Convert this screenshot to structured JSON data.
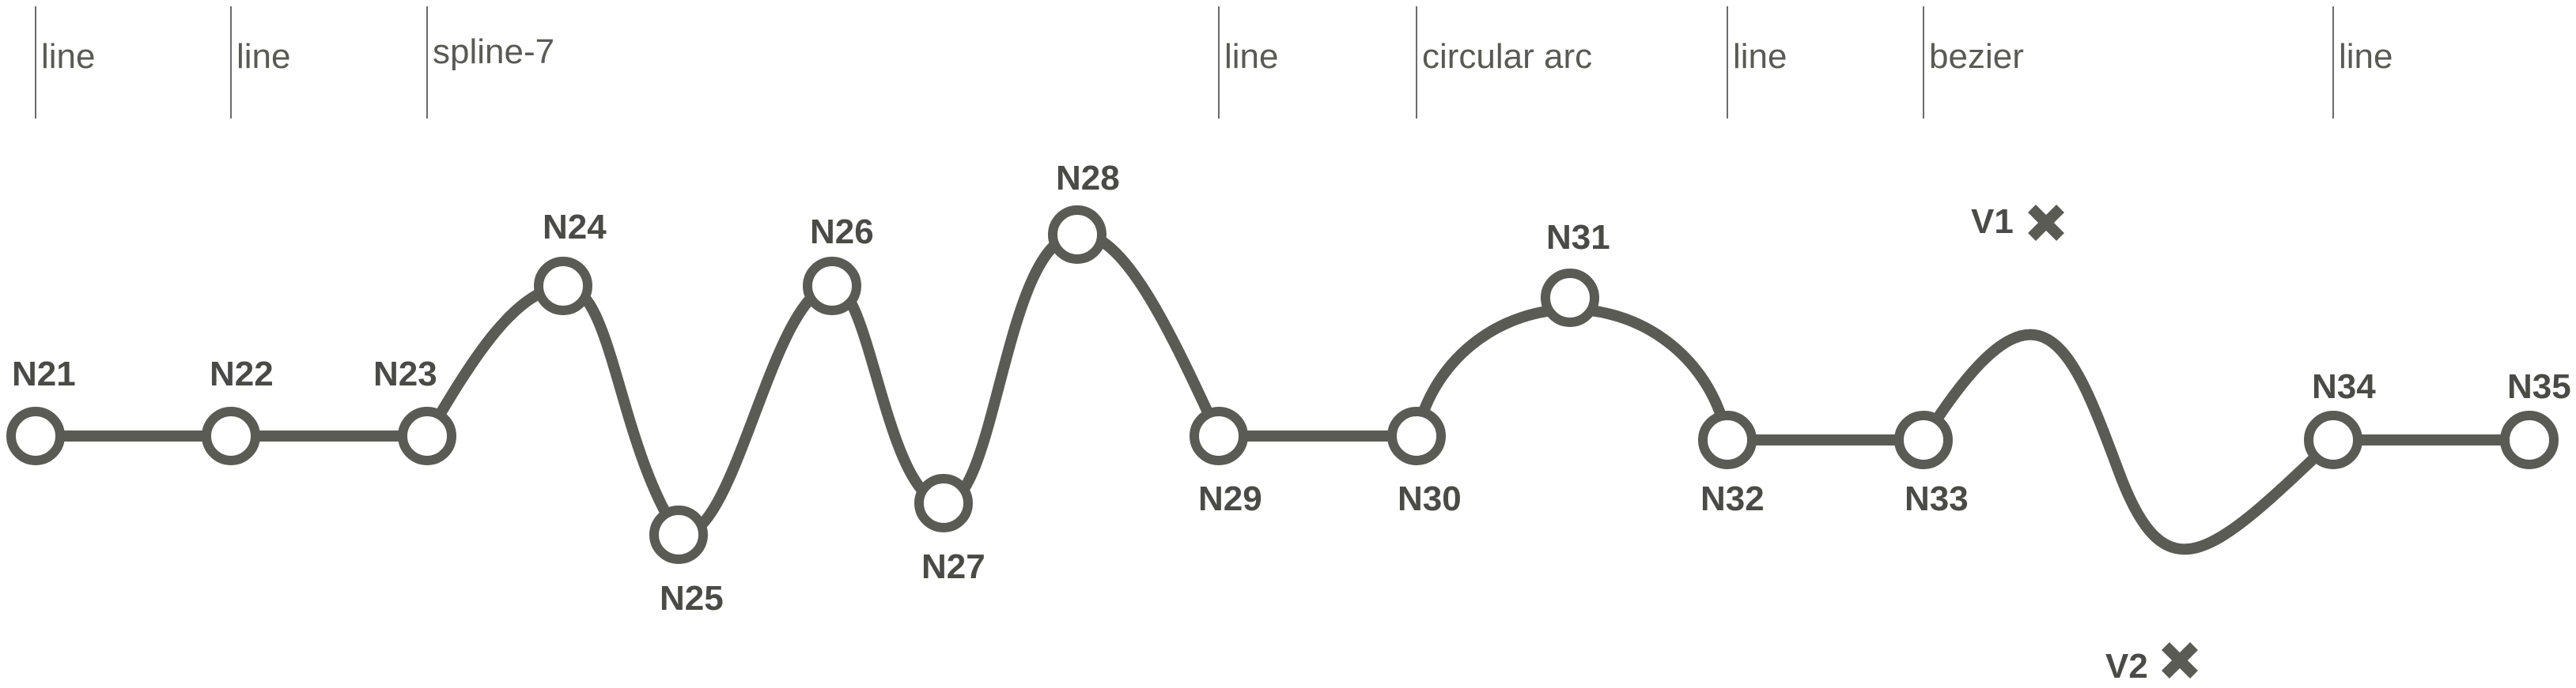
{
  "colors": {
    "stroke": "#5b5b55",
    "label": "#4a4a46",
    "background": "#ffffff"
  },
  "segments": [
    {
      "type": "line"
    },
    {
      "type": "line"
    },
    {
      "type": "spline-7"
    },
    {
      "type": "line"
    },
    {
      "type": "circular arc"
    },
    {
      "type": "line"
    },
    {
      "type": "bezier"
    },
    {
      "type": "line"
    }
  ],
  "nodes": [
    "N21",
    "N22",
    "N23",
    "N24",
    "N25",
    "N26",
    "N27",
    "N28",
    "N29",
    "N30",
    "N31",
    "N32",
    "N33",
    "N34",
    "N35"
  ],
  "control_points": [
    "V1",
    "V2"
  ]
}
